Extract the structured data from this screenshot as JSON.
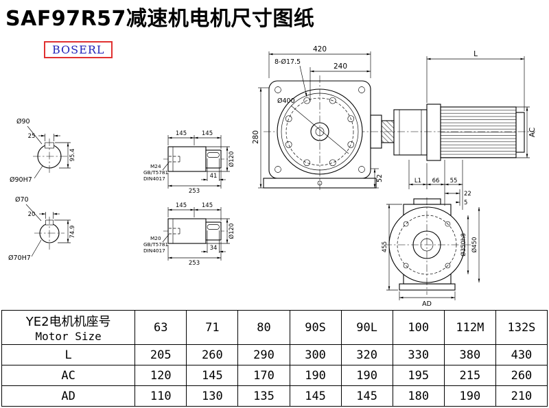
{
  "page": {
    "title": "SAF97R57减速机电机尺寸图纸",
    "logo_text": "BOSERL"
  },
  "drawing": {
    "section_a": {
      "diameter": "Ø90",
      "key_width": "25",
      "key_height": "95.4",
      "bore": "Ø90H7"
    },
    "section_b": {
      "diameter": "Ø70",
      "key_width": "20",
      "key_height": "74.9",
      "bore": "Ø70H7"
    },
    "shaft_a": {
      "len1": "145",
      "len2": "145",
      "diameter": "Ø120",
      "thread": "M24",
      "std1": "GB/T5781",
      "std2": "DIN4017",
      "key_len": "41",
      "total_len": "253"
    },
    "shaft_b": {
      "len1": "145",
      "len2": "145",
      "diameter": "Ø120",
      "thread": "M20",
      "std1": "GB/T5781",
      "std2": "DIN4017",
      "key_len": "34",
      "total_len": "253"
    },
    "main_view": {
      "overall_width": "420",
      "bolt_holes": "8-Ø17.5",
      "flange_width": "240",
      "flange_diameter": "Ø400",
      "height": "280",
      "foot_height": "52"
    },
    "motor": {
      "length_label": "L",
      "height_label": "AC"
    },
    "flange_view": {
      "l1": "L1",
      "d66": "66",
      "d55": "55",
      "d22": "22",
      "d5": "5",
      "height": "455",
      "spigot_diameter": "Ø350h8",
      "outer_diameter": "Ø450",
      "ad_label": "AD"
    }
  },
  "table": {
    "row_header_cn": "YE2电机机座号",
    "row_header_en": "Motor Size",
    "cols": [
      "63",
      "71",
      "80",
      "90S",
      "90L",
      "100",
      "112M",
      "132S"
    ],
    "rows": [
      {
        "label": "L",
        "values": [
          "205",
          "260",
          "290",
          "300",
          "320",
          "330",
          "380",
          "430"
        ]
      },
      {
        "label": "AC",
        "values": [
          "120",
          "145",
          "170",
          "190",
          "190",
          "195",
          "215",
          "260"
        ]
      },
      {
        "label": "AD",
        "values": [
          "110",
          "130",
          "135",
          "145",
          "145",
          "180",
          "190",
          "210"
        ]
      }
    ]
  }
}
